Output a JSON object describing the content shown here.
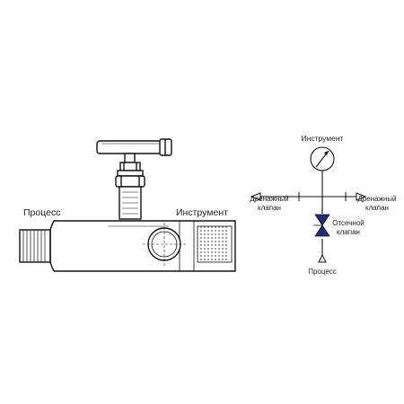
{
  "drawing": {
    "label_process": "Процесс",
    "label_instrument": "Инструмент"
  },
  "schematic": {
    "label_instrument": "Инструмент",
    "drain_left_line1": "Дренажный",
    "drain_left_line2": "клапан",
    "drain_right_line1": "Дренажный",
    "drain_right_line2": "клапан",
    "shutoff_line1": "Отсечной",
    "shutoff_line2": "клапан",
    "label_process": "Процесс",
    "valve_color": "#1f2a7a"
  }
}
